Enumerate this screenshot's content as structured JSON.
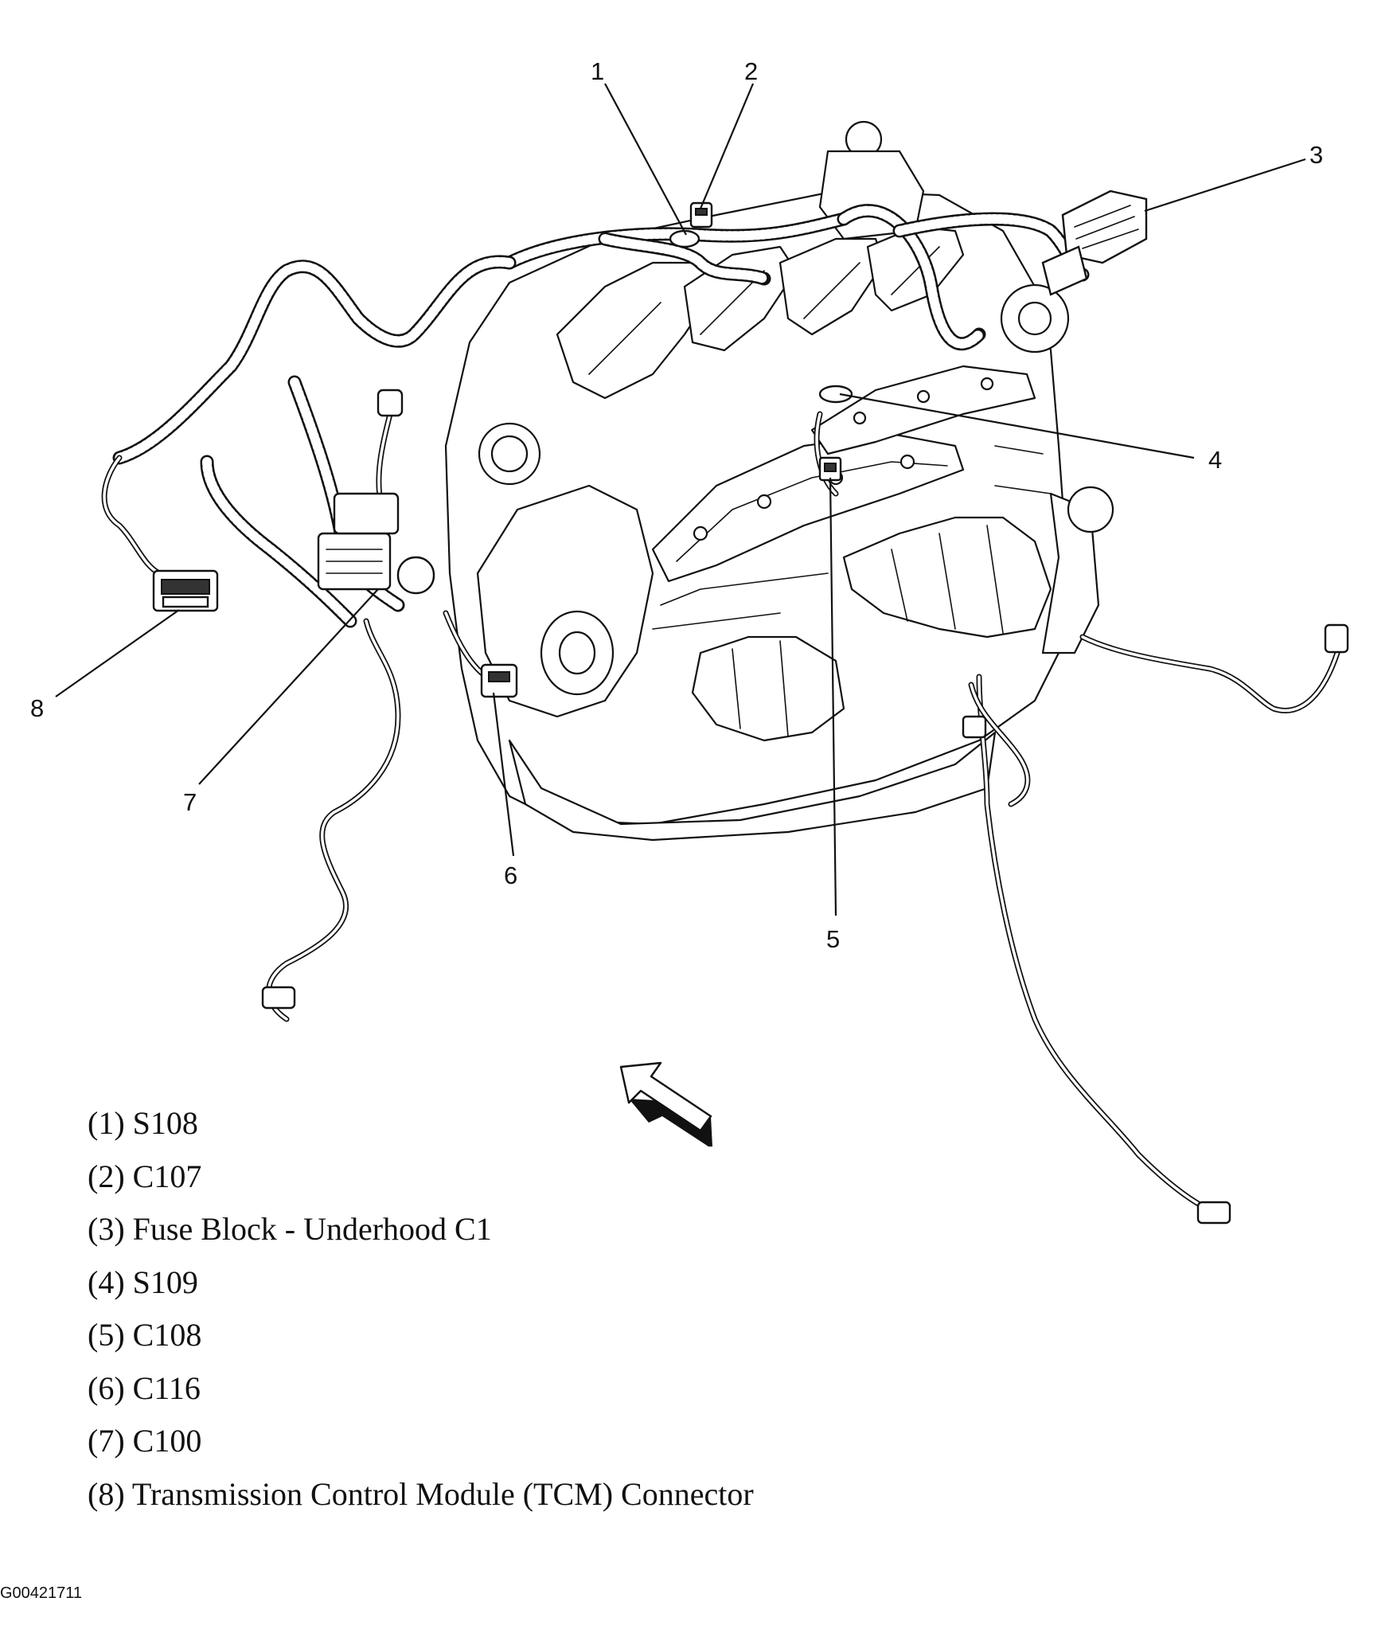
{
  "callouts": [
    {
      "number": "1",
      "name": "S108"
    },
    {
      "number": "2",
      "name": "C107"
    },
    {
      "number": "3",
      "name": "Fuse Block - Underhood C1"
    },
    {
      "number": "4",
      "name": "S109"
    },
    {
      "number": "5",
      "name": "C108"
    },
    {
      "number": "6",
      "name": "C116"
    },
    {
      "number": "7",
      "name": "C100"
    },
    {
      "number": "8",
      "name": "Transmission Control Module (TCM) Connector"
    }
  ],
  "legend": [
    "(1) S108",
    "(2) C107",
    "(3) Fuse Block - Underhood C1",
    "(4) S109",
    "(5) C108",
    "(6) C116",
    "(7) C100",
    "(8) Transmission Control Module (TCM) Connector"
  ],
  "figure_id": "G00421711",
  "colors": {
    "line": "#111111",
    "background": "#ffffff"
  },
  "icons": {
    "direction_arrow": "front-direction-arrow-icon"
  }
}
